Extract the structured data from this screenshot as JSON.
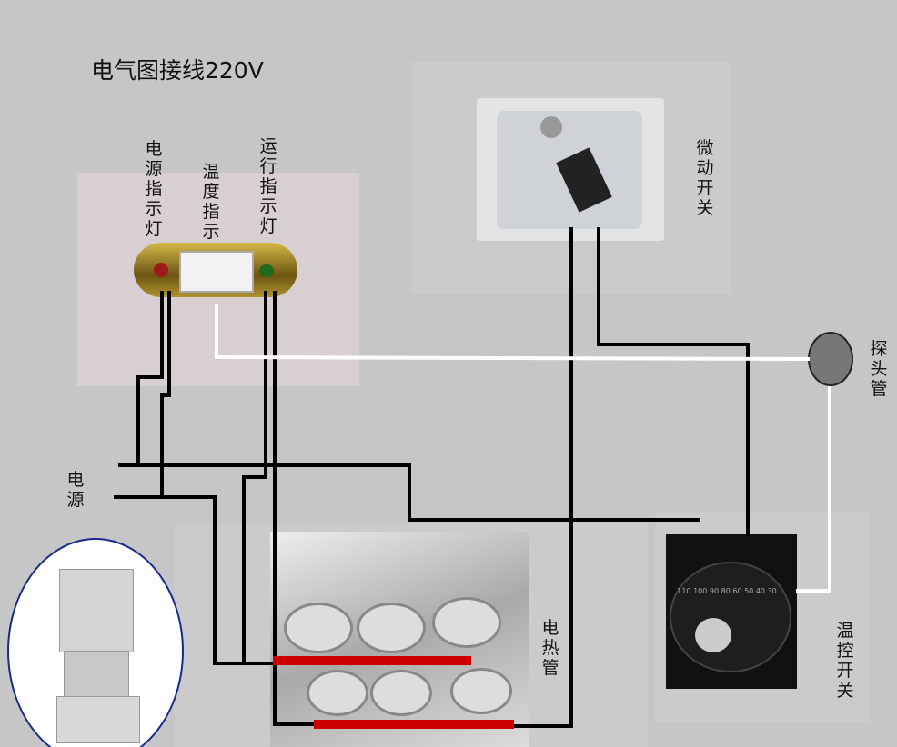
{
  "title": "电气图接线220V",
  "labels": {
    "power_indicator": "电源指示灯",
    "temp_indicator": "温度指示",
    "run_indicator": "运行指示灯",
    "micro_switch": "微动开关",
    "probe_tube": "探头管",
    "power_source": "电源",
    "heating_tube": "电热管",
    "thermostat": "温控开关"
  },
  "thermostat_dial": [
    "110",
    "100",
    "90",
    "80",
    "60",
    "50",
    "40",
    "30"
  ],
  "colors": {
    "wire": "#000000",
    "signal_wire": "#ffffff",
    "heater_bar": "#cc0000",
    "background": "#c6c6c6",
    "indicator_panel": "#d8cfd2"
  }
}
